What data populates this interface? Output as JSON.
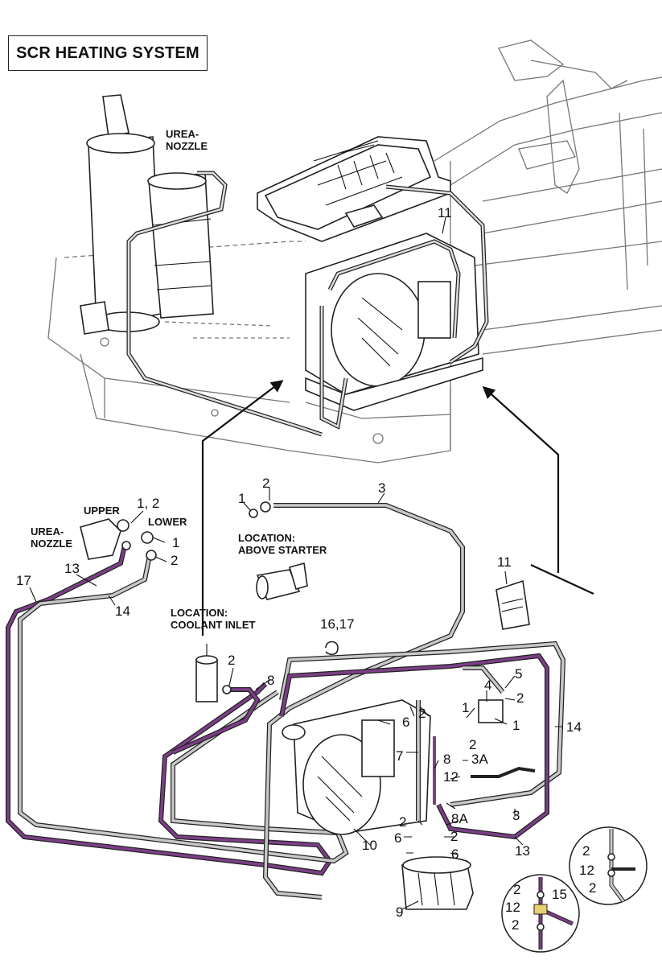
{
  "title": "SCR HEATING SYSTEM",
  "labels": {
    "urea_nozzle_top": "UREA-\nNOZZLE",
    "upper": "UPPER",
    "lower": "LOWER",
    "urea_nozzle_left": "UREA-\nNOZZLE",
    "location_starter": "LOCATION:\nABOVE STARTER",
    "location_coolant": "LOCATION:\nCOOLANT INLET"
  },
  "callouts": {
    "c11_top": "11",
    "c2_starter": "2",
    "c1_starter": "1",
    "c3_top": "3",
    "c12_upper": "1, 2",
    "c1_lower": "1",
    "c2_lower": "2",
    "c17": "17",
    "c13_left": "13",
    "c14_left": "14",
    "c11_mid": "11",
    "c1617": "16,17",
    "c2_coolant": "2",
    "c8_coolant": "8",
    "c5": "5",
    "c4": "4",
    "c2_r1": "2",
    "c1_r1": "1",
    "c1_r2": "1",
    "c14_right": "14",
    "c6_a": "6",
    "c2_a": "2",
    "c2_b": "2",
    "c7": "7",
    "c8_mid": "8",
    "c3a": "3A",
    "c12_mid": "12",
    "c2_c": "2",
    "c8a": "8A",
    "c3_right": "3",
    "c2_d": "2",
    "c6_b": "6",
    "c6_c": "6",
    "c10": "10",
    "c13_right": "13",
    "c9": "9",
    "d1_2a": "2",
    "d1_12": "12",
    "d1_2b": "2",
    "d2_2a": "2",
    "d2_15": "15",
    "d2_12": "12",
    "d2_2b": "2"
  },
  "colors": {
    "line": "#222222",
    "hose_coolant": "#c8c8c8",
    "hose_heated": "#7b3f86"
  }
}
